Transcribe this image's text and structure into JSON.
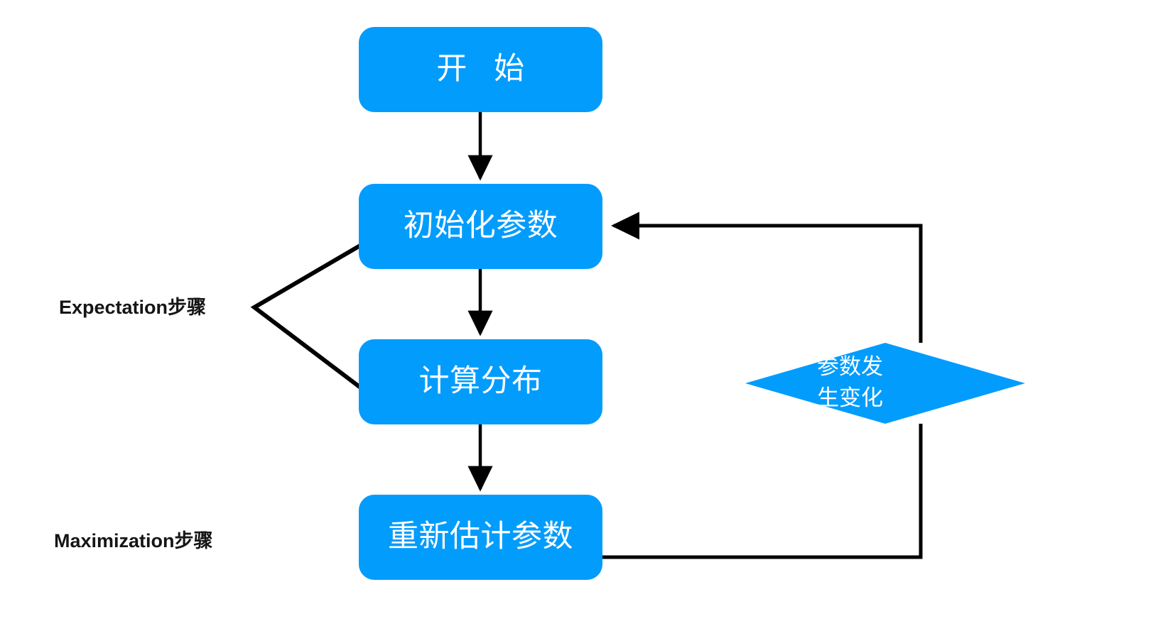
{
  "diagram": {
    "type": "flowchart",
    "title": "EM algorithm flowchart",
    "background_color": "#ffffff",
    "node_fill_color": "#029cfd",
    "node_text_color": "#ffffff",
    "edge_color": "#000000",
    "label_text_color": "#151515"
  },
  "nodes": {
    "start": {
      "label": "开   始",
      "shape": "rounded-rect"
    },
    "initialize": {
      "label": "初始化参数",
      "shape": "rounded-rect"
    },
    "compute": {
      "label": "计算分布",
      "shape": "rounded-rect"
    },
    "reestimate": {
      "label": "重新估计参数",
      "shape": "rounded-rect"
    },
    "decision": {
      "shape": "diamond",
      "line1": "参数发",
      "line2": "生变化"
    }
  },
  "annotations": {
    "expectation": "Expectation步骤",
    "maximization": "Maximization步骤"
  }
}
